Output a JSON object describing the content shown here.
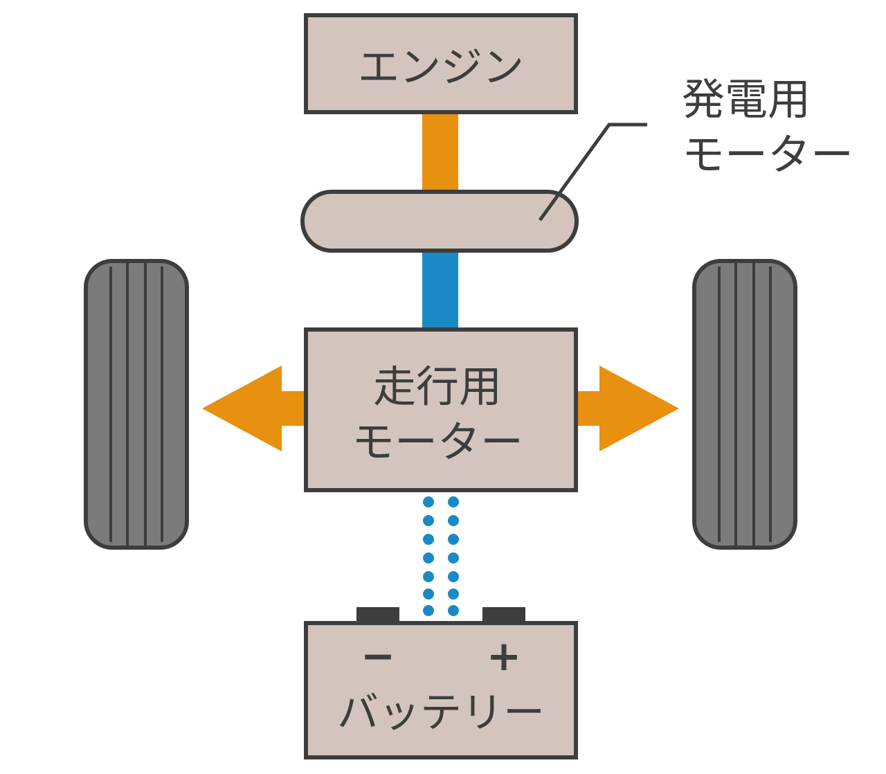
{
  "labels": {
    "engine": "エンジン",
    "generator_motor_line1": "発電用",
    "generator_motor_line2": "モーター",
    "drive_motor_line1": "走行用",
    "drive_motor_line2": "モーター",
    "battery": "バッテリー",
    "battery_minus": "−",
    "battery_plus": "+"
  },
  "colors": {
    "box_fill": "#d3c5bd",
    "outline": "#3d3d3d",
    "tire_fill": "#7b7b7b",
    "mechanical_link": "#e8900f",
    "electric_link": "#1a8ac6",
    "terminal": "#3d3d3d",
    "background": "#ffffff"
  }
}
